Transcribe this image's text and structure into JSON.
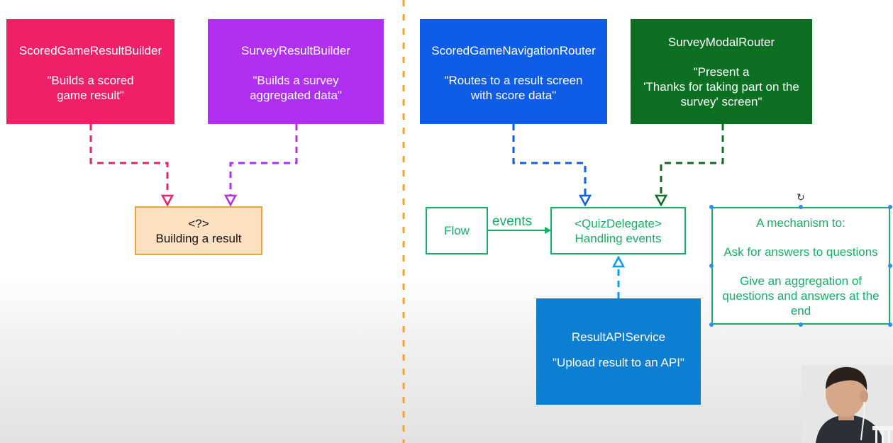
{
  "colors": {
    "pink": "#ef2068",
    "purple": "#b02ff0",
    "blue": "#0f5ce6",
    "green_dark": "#0c6f22",
    "api_blue": "#0c7fd2",
    "orange": "#f0a236",
    "flow_green": "#16b065"
  },
  "boxes": {
    "scored_builder": {
      "title": "ScoredGameResultBuilder",
      "desc": "\"Builds a scored\ngame result\""
    },
    "survey_builder": {
      "title": "SurveyResultBuilder",
      "desc": "\"Builds a survey\naggregated data\""
    },
    "scored_router": {
      "title": "ScoredGameNavigationRouter",
      "desc": "\"Routes to a result screen\nwith score data\""
    },
    "survey_router": {
      "title": "SurveyModalRouter",
      "desc": "\"Present a\n'Thanks for taking part on the\nsurvey' screen\""
    },
    "api_service": {
      "title": "ResultAPIService",
      "desc": "\"Upload result to an API\""
    }
  },
  "builder_box": {
    "line1": "<?>",
    "line2": "Building a result"
  },
  "flow_box": {
    "label": "Flow"
  },
  "events_label": "events",
  "quiz_delegate": {
    "line1": "<QuizDelegate>",
    "line2": "Handling events"
  },
  "mechanism": {
    "line1": "A mechanism to:",
    "line2": "Ask for answers to questions",
    "line3": "Give an aggregation of questions and answers at the end"
  },
  "rotate_icon": "↻"
}
